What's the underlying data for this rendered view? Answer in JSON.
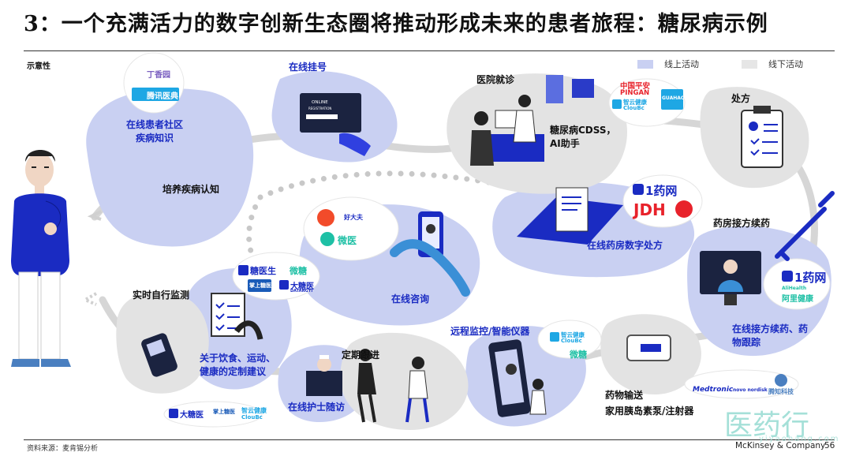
{
  "title": "3：一个充满活力的数字创新生态圈将推动形成未来的患者旅程：糖尿病示例",
  "illustrative_label": "示意性",
  "legend": {
    "online": {
      "label": "线上活动",
      "color": "#c9d0f2"
    },
    "offline": {
      "label": "线下活动",
      "color": "#e6e6e6"
    }
  },
  "colors": {
    "accent": "#1a2bc2",
    "online_bg": "#c9d0f2",
    "offline_bg": "#e3e3e3",
    "path": "#d4d4d4",
    "dots": "#c8c8c8"
  },
  "steps": {
    "community": "在线患者社区\n疾病知识",
    "cognition": "培养疾病认知",
    "registration": "在线挂号",
    "visit": "医院就诊",
    "cdss": "糖尿病CDSS，\nAI助手",
    "prescription": "处方",
    "pharmacy_rx": "在线药房数字处方",
    "pharmacy_refill_title": "药房接方续药",
    "online_refill": "在线接方续药、药\n物跟踪",
    "consultation": "在线咨询",
    "self_monitor": "实时自行监测",
    "diet_advice": "关于饮食、运动、\n健康的定制建议",
    "followup": "定期跟进",
    "nurse": "在线护士随访",
    "remote": "远程监控/智能仪器",
    "delivery_title": "药物输送",
    "delivery_sub": "家用胰岛素泵/注射器"
  },
  "screen_text": {
    "online": "ONLINE",
    "registration": "REGISTRATION"
  },
  "logos": {
    "dingxiang": "丁香园",
    "tencent": "腾讯医典",
    "pingan_cn": "中国平安",
    "pingan_en": "PINGAN",
    "cloudbc": "智云健康",
    "cloudbc_en": "ClouBc",
    "guahao": "GUAHAO",
    "yaowang": "1药网",
    "jdh": "JDH",
    "haodaifu": "好大夫",
    "weiyi": "微医",
    "tangyisheng": "糖医生",
    "weitang": "微糖",
    "datangyi": "大糖医",
    "datangyi_en": "DATANGYI",
    "zhangshang": "掌上糖医",
    "alihealth": "阿里健康",
    "alihealth_en": "AliHealth",
    "medtronic": "Medtronic",
    "novo": "novo nordisk",
    "tengzhi": "腾知科技"
  },
  "source": "资料来源：麦肯锡分析",
  "footer": {
    "company": "McKinsey & Company",
    "page": "56"
  },
  "watermark": {
    "text": "医药行",
    "url": "yiyaohang.com"
  }
}
